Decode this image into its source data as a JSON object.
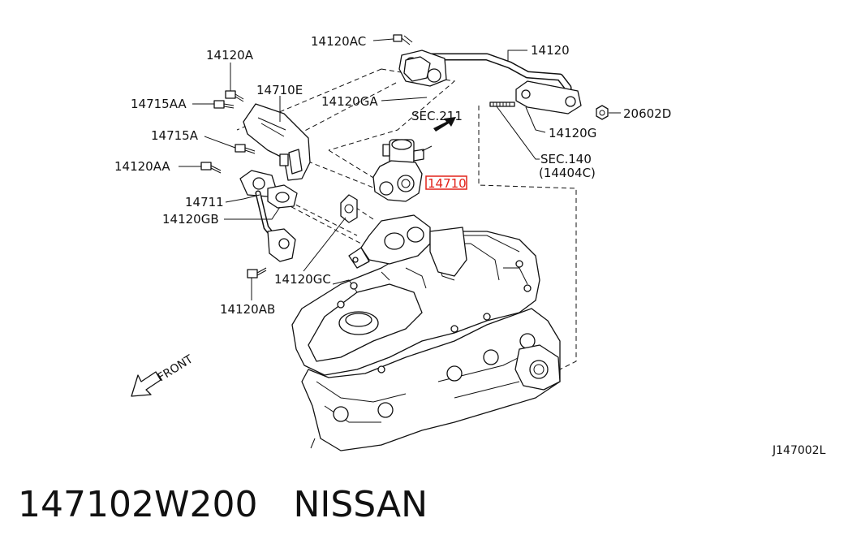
{
  "diagram": {
    "labels": {
      "p14120AC": "14120AC",
      "p14120": "14120",
      "p14120A": "14120A",
      "p14710E": "14710E",
      "p14715AA": "14715AA",
      "p14120GA": "14120GA",
      "sec211": "SEC.211",
      "p14715A": "14715A",
      "p20602D": "20602D",
      "p14120G": "14120G",
      "p14120AA": "14120AA",
      "sec140": "SEC.140",
      "sec140sub": "(14404C)",
      "p14710": "14710",
      "p14711": "14711",
      "p14120GB": "14120GB",
      "p14120GC": "14120GC",
      "p14120AB": "14120AB",
      "front": "FRONT",
      "ref": "J147002L"
    },
    "highlight_color": "#e2231a"
  },
  "caption": {
    "part_number": "147102W200",
    "brand": "NISSAN"
  }
}
